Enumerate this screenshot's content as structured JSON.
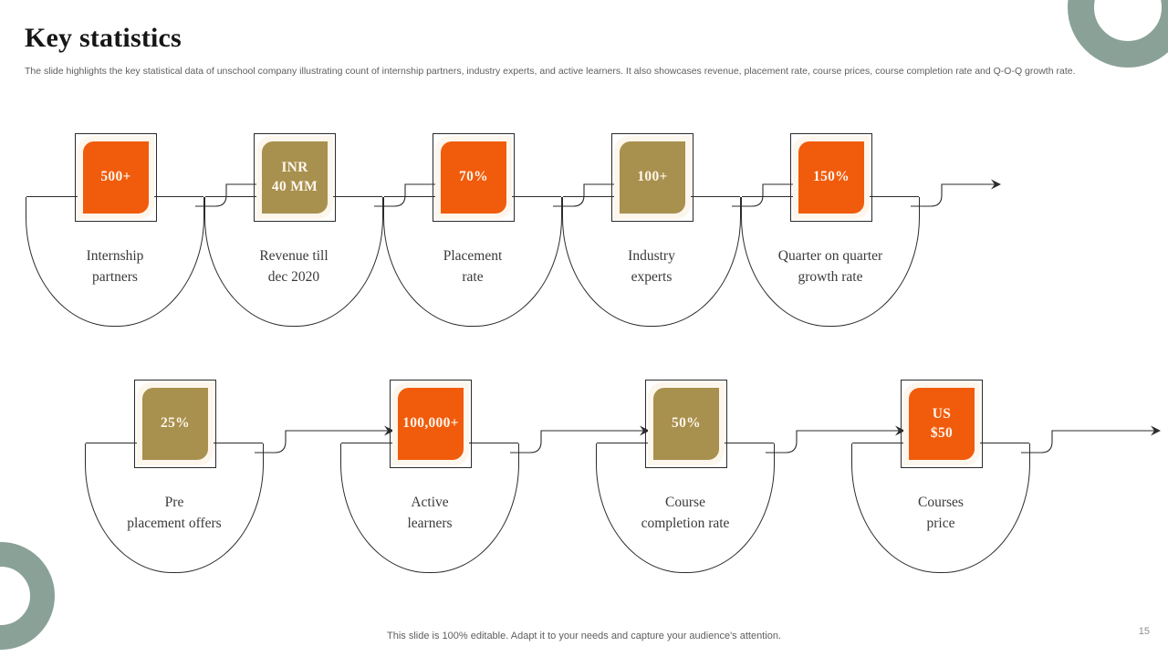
{
  "slide": {
    "title": "Key statistics",
    "subtitle": "The slide highlights the key statistical data of unschool company illustrating count of internship partners, industry experts, and active learners. It also showcases revenue, placement rate, course prices, course completion rate and Q-O-Q growth rate.",
    "footer_note": "This slide is 100% editable. Adapt it to your needs and capture your audience's attention.",
    "page_number": "15"
  },
  "colors": {
    "orange": "#f15b0c",
    "gold": "#a8904e",
    "sage": "#8aa197",
    "cream": "#fdf6ec",
    "outline": "#2b2b2b",
    "title": "#161616",
    "body_text": "#5e5e5e",
    "label_text": "#3a3a3a"
  },
  "decorations": [
    {
      "name": "ring-top-right",
      "shape": "donut",
      "color": "#8aa197"
    },
    {
      "name": "ring-bottom-left",
      "shape": "donut",
      "color": "#8aa197"
    }
  ],
  "rows": [
    {
      "name": "row-1",
      "items": [
        {
          "value": "500+",
          "label": "Internship\npartners",
          "badge_color": "orange"
        },
        {
          "value": "INR\n40 MM",
          "label": "Revenue till\ndec 2020",
          "badge_color": "gold"
        },
        {
          "value": "70%",
          "label": "Placement\nrate",
          "badge_color": "orange"
        },
        {
          "value": "100+",
          "label": "Industry\nexperts",
          "badge_color": "gold"
        },
        {
          "value": "150%",
          "label": "Quarter on quarter\ngrowth rate",
          "badge_color": "orange"
        }
      ]
    },
    {
      "name": "row-2",
      "items": [
        {
          "value": "25%",
          "label": "Pre\nplacement offers",
          "badge_color": "gold"
        },
        {
          "value": "100,000+",
          "label": "Active\nlearners",
          "badge_color": "orange"
        },
        {
          "value": "50%",
          "label": "Course\ncompletion rate",
          "badge_color": "gold"
        },
        {
          "value": "US\n$50",
          "label": "Courses\nprice",
          "badge_color": "orange"
        }
      ]
    }
  ]
}
